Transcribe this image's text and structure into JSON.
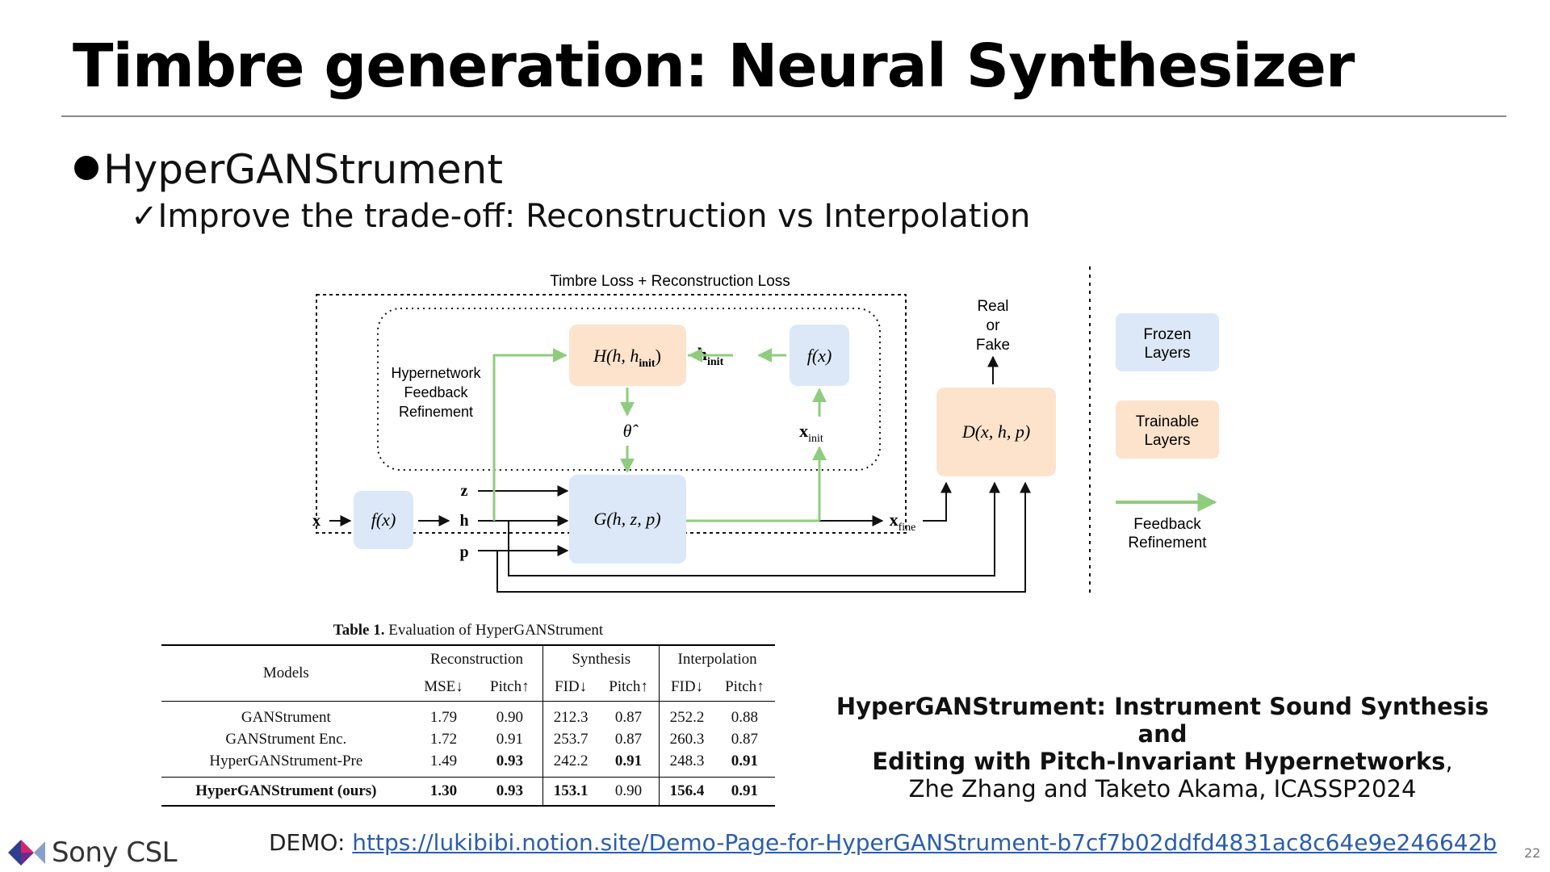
{
  "slide": {
    "title": "Timbre generation: Neural Synthesizer",
    "bullet": "HyperGANStrument",
    "sub_bullet": "Improve the trade-off: Reconstruction vs Interpolation",
    "page_number": "22"
  },
  "diagram": {
    "loss_label": "Timbre Loss + Reconstruction Loss",
    "hypernetwork_label": [
      "Hypernetwork",
      "Feedback",
      "Refinement"
    ],
    "real_fake_label": [
      "Real",
      "or",
      "Fake"
    ],
    "x": "x",
    "z": "z",
    "h": "h",
    "p": "p",
    "theta_hat": "θ̂",
    "h_init": "h",
    "h_init_sub": "init",
    "x_init": "x",
    "x_init_sub": "init",
    "x_fine": "x",
    "x_fine_sub": "fine",
    "encoder_f_x": "f(x)",
    "hypernet_H": "H(h, h",
    "hypernet_H_sub": "init",
    "hypernet_H_close": ")",
    "generator_G": "G(h, z, p)",
    "discriminator_D": "D(x, h, p)",
    "legend": {
      "frozen": [
        "Frozen",
        "Layers"
      ],
      "trainable": [
        "Trainable",
        "Layers"
      ],
      "feedback": [
        "Feedback",
        "Refinement"
      ]
    },
    "colors": {
      "frozen": "#dce8f7",
      "trainable": "#fde3cc",
      "feedback": "#8fcc7e"
    }
  },
  "table": {
    "caption_label": "Table 1.",
    "caption_text": "Evaluation of HyperGANStrument",
    "models_header": "Models",
    "groups": [
      "Reconstruction",
      "Synthesis",
      "Interpolation"
    ],
    "metrics": [
      "MSE↓",
      "Pitch↑",
      "FID↓",
      "Pitch↑",
      "FID↓",
      "Pitch↑"
    ],
    "rows": [
      {
        "model": "GANStrument",
        "values": [
          "1.79",
          "0.90",
          "212.3",
          "0.87",
          "252.2",
          "0.88"
        ]
      },
      {
        "model": "GANStrument Enc.",
        "values": [
          "1.72",
          "0.91",
          "253.7",
          "0.87",
          "260.3",
          "0.87"
        ]
      },
      {
        "model": "HyperGANStrument-Pre",
        "values": [
          "1.49",
          "0.93",
          "242.2",
          "0.91",
          "248.3",
          "0.91"
        ]
      }
    ],
    "ours": {
      "model": "HyperGANStrument (ours)",
      "values": [
        "1.30",
        "0.93",
        "153.1",
        "0.90",
        "156.4",
        "0.91"
      ]
    }
  },
  "reference": {
    "paper_title_line1": "HyperGANStrument: Instrument Sound Synthesis and",
    "paper_title_line2": "Editing with Pitch-Invariant Hypernetworks",
    "comma": ",",
    "authors": "Zhe Zhang and Taketo Akama, ICASSP2024"
  },
  "demo": {
    "label": "DEMO: ",
    "url": "https://lukibibi.notion.site/Demo-Page-for-HyperGANStrument-b7cf7b02ddfd4831ac8c64e9e246642b"
  },
  "logo": {
    "text": "Sony CSL"
  }
}
